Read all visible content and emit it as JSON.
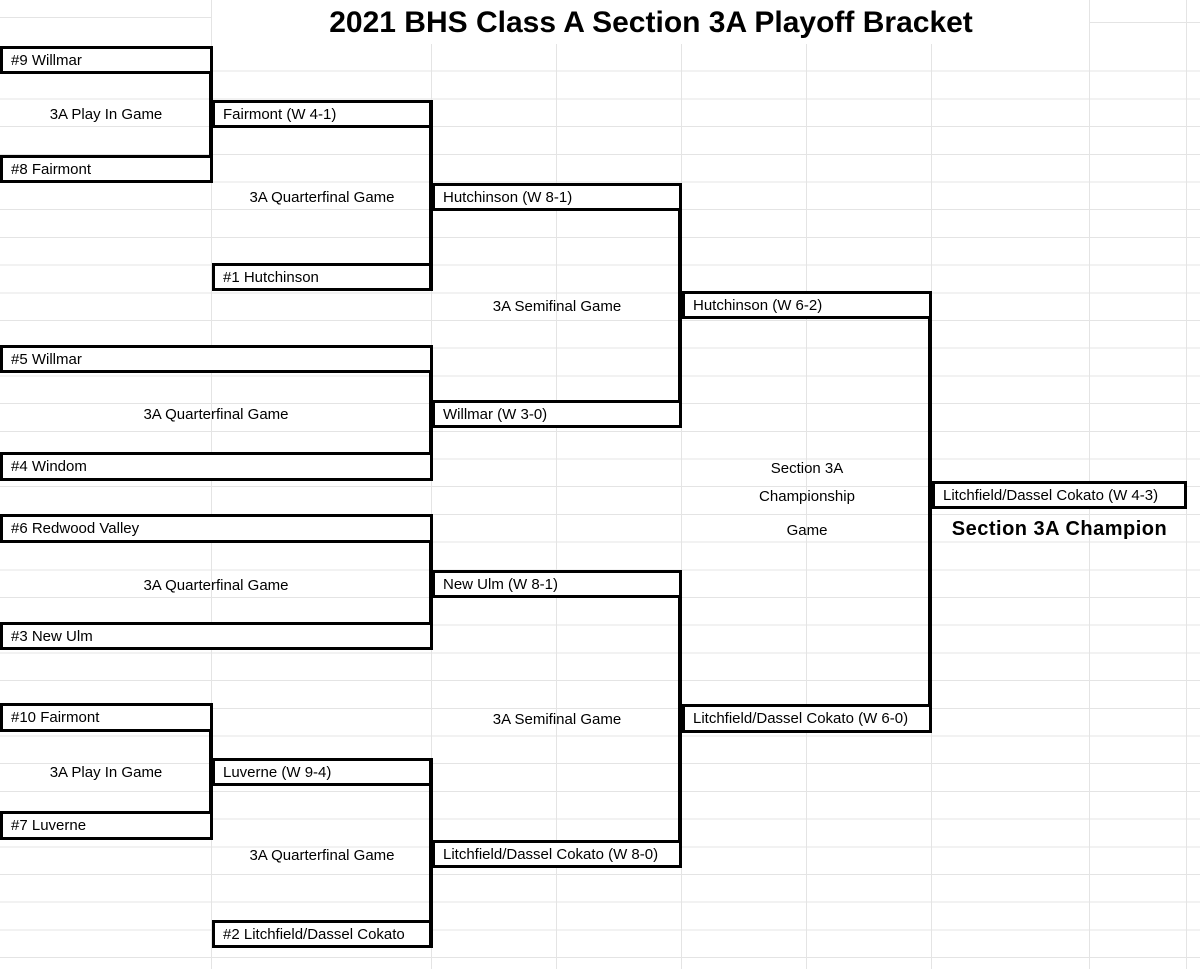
{
  "title": "2021 BHS Class A Section 3A Playoff Bracket",
  "labels": {
    "playin1": "3A Play In Game",
    "quarterfinal1": "3A Quarterfinal Game",
    "semifinal1": "3A Semifinal Game",
    "quarterfinal2": "3A Quarterfinal Game",
    "championship_line1": "Section 3A",
    "championship_line2": "Championship",
    "championship_line3": "Game",
    "champion": "Section 3A Champion",
    "quarterfinal3": "3A Quarterfinal Game",
    "semifinal2": "3A Semifinal Game",
    "playin2": "3A Play In Game",
    "quarterfinal4": "3A Quarterfinal Game"
  },
  "boxes": {
    "seed9": "#9 Willmar",
    "seed8": "#8 Fairmont",
    "playin1_winner": "Fairmont (W 4-1)",
    "qf1_winner": "Hutchinson (W 8-1)",
    "seed1": "#1 Hutchinson",
    "sf1_winner": "Hutchinson (W 6-2)",
    "seed5": "#5 Willmar",
    "qf2_winner": "Willmar (W 3-0)",
    "seed4": "#4 Windom",
    "final_winner": "Litchfield/Dassel Cokato (W 4-3)",
    "seed6": "#6 Redwood Valley",
    "qf3_winner": "New Ulm (W 8-1)",
    "seed3": "#3 New Ulm",
    "seed10": "#10 Fairmont",
    "sf2_winner": "Litchfield/Dassel Cokato (W 6-0)",
    "playin2_winner": "Luverne (W 9-4)",
    "seed7": "#7 Luverne",
    "qf4_winner": "Litchfield/Dassel Cokato (W 8-0)",
    "seed2": "#2 Litchfield/Dassel Cokato"
  },
  "colors": {
    "background": "#ffffff",
    "gridline": "#e4e4e4",
    "bracket_line": "#000000",
    "text": "#000000"
  }
}
